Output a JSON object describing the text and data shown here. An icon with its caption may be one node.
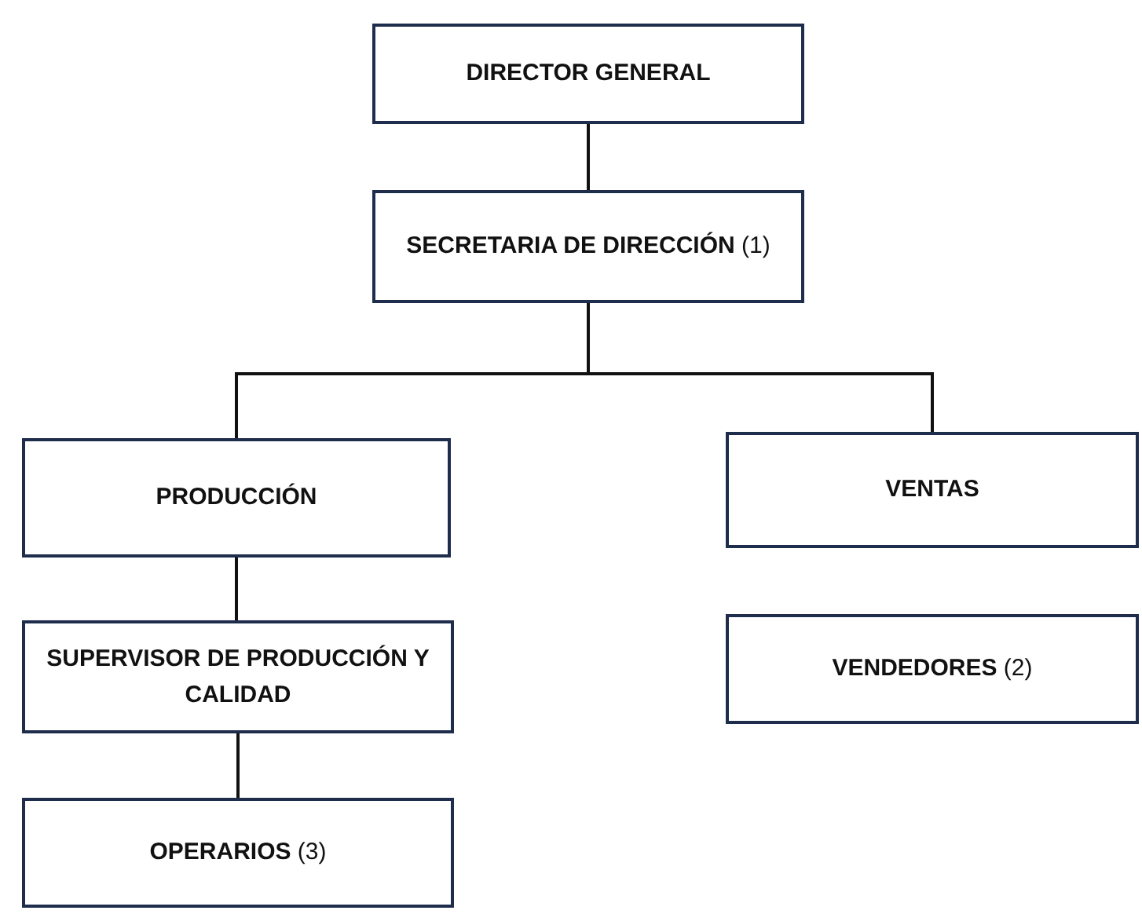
{
  "diagram": {
    "nodes": [
      {
        "text": [
          "DIRECTOR GENERAL"
        ]
      },
      {
        "text": [
          "**SECRETARIA DE DIRECCIÓN** (1)"
        ]
      },
      {
        "text": [
          "PRODUCCIÓN"
        ]
      },
      {
        "text": [
          "VENTAS"
        ]
      },
      {
        "text": [
          "SUPERVISOR DE PRODUCCIÓN Y CALIDAD"
        ]
      },
      {
        "text": [
          "**VENDEDORES** (2)"
        ]
      },
      {
        "text": [
          "**OPERARIOS** (3)"
        ]
      }
    ],
    "edges": [
      {
        "from": 0,
        "to": 1,
        "arrow": "none"
      },
      {
        "from": 1,
        "to": 2,
        "arrow": "none"
      },
      {
        "from": 1,
        "to": 3,
        "arrow": "none"
      },
      {
        "from": 2,
        "to": 4,
        "arrow": "none"
      },
      {
        "from": 4,
        "to": 6,
        "arrow": "none"
      }
    ]
  }
}
